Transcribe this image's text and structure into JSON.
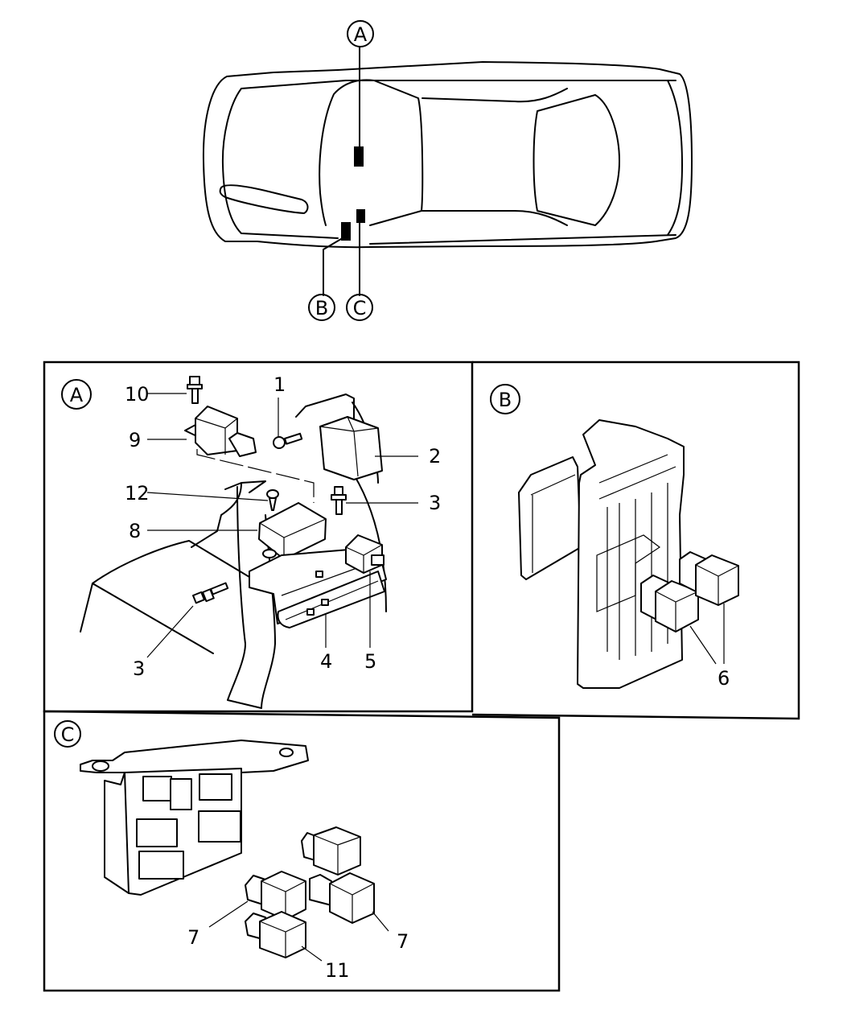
{
  "diagram": {
    "type": "parts-exploded-view",
    "subject": "Relay locations — vehicle top view",
    "colors": {
      "line": "#000000",
      "background": "#ffffff"
    }
  },
  "overview": {
    "location_markers": [
      {
        "id": "A",
        "label": "A"
      },
      {
        "id": "B",
        "label": "B"
      },
      {
        "id": "C",
        "label": "C"
      }
    ]
  },
  "panels": {
    "A": {
      "badge": "A",
      "callouts": [
        {
          "number": "10",
          "part": "bolt"
        },
        {
          "number": "1",
          "part": "screw"
        },
        {
          "number": "9",
          "part": "relay-with-bracket"
        },
        {
          "number": "2",
          "part": "control-unit"
        },
        {
          "number": "12",
          "part": "screw"
        },
        {
          "number": "3",
          "part": "bolt"
        },
        {
          "number": "8",
          "part": "module"
        },
        {
          "number": "3",
          "part": "bolt"
        },
        {
          "number": "4",
          "part": "relay-block"
        },
        {
          "number": "5",
          "part": "relay"
        }
      ]
    },
    "B": {
      "badge": "B",
      "callouts": [
        {
          "number": "6",
          "part": "relay"
        }
      ]
    },
    "C": {
      "badge": "C",
      "callouts": [
        {
          "number": "7",
          "part": "relay"
        },
        {
          "number": "7",
          "part": "relay"
        },
        {
          "number": "11",
          "part": "relay"
        }
      ]
    }
  }
}
